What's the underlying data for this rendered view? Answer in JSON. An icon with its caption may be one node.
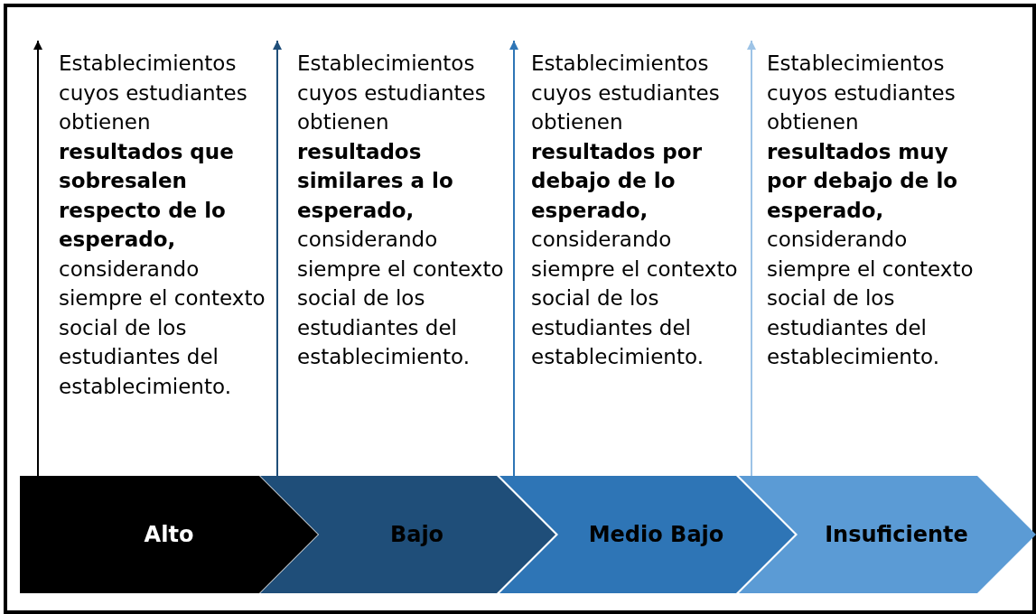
{
  "diagram": {
    "nodes": [
      {
        "text": [
          "Establecimientos cuyos estudiantes obtienen **resultados que sobresalen respecto de lo esperado,** considerando siempre el contexto social de los estudiantes del establecimiento."
        ]
      },
      {
        "text": [
          "Establecimientos cuyos estudiantes obtienen **resultados similares a lo esperado,** considerando siempre el contexto social de los estudiantes del establecimiento."
        ]
      },
      {
        "text": [
          "Establecimientos cuyos estudiantes obtienen **resultados por debajo de lo esperado,** considerando siempre el contexto social de los estudiantes del establecimiento."
        ]
      },
      {
        "text": [
          "Establecimientos cuyos estudiantes obtienen **resultados muy por debajo de lo esperado,** considerando siempre el contexto social de los estudiantes del establecimiento."
        ]
      },
      {
        "text": [
          "Alto"
        ]
      },
      {
        "text": [
          "Bajo"
        ]
      },
      {
        "text": [
          "Medio Bajo"
        ]
      },
      {
        "text": [
          "Insuficiente"
        ]
      }
    ],
    "edges": [
      {
        "from": 4,
        "to": 0,
        "arrow": "to",
        "color": "#000000"
      },
      {
        "from": 5,
        "to": 1,
        "arrow": "to",
        "color": "#1f4e79"
      },
      {
        "from": 6,
        "to": 2,
        "arrow": "to",
        "color": "#2e75b6"
      },
      {
        "from": 7,
        "to": 3,
        "arrow": "to",
        "color": "#9dc3e6"
      }
    ]
  }
}
